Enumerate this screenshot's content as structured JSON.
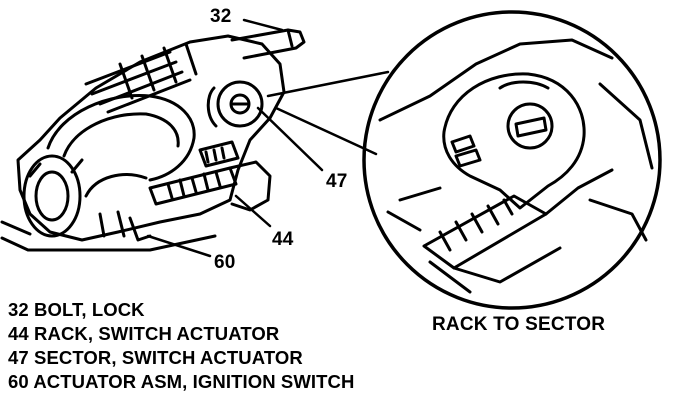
{
  "callouts": [
    {
      "id": "32",
      "label": "32"
    },
    {
      "id": "47",
      "label": "47"
    },
    {
      "id": "44",
      "label": "44"
    },
    {
      "id": "60",
      "label": "60"
    }
  ],
  "legend": [
    "32 BOLT, LOCK",
    "44 RACK, SWITCH ACTUATOR",
    "47 SECTOR, SWITCH ACTUATOR",
    "60 ACTUATOR ASM, IGNITION SWITCH"
  ],
  "inset": {
    "caption": "RACK TO SECTOR"
  }
}
